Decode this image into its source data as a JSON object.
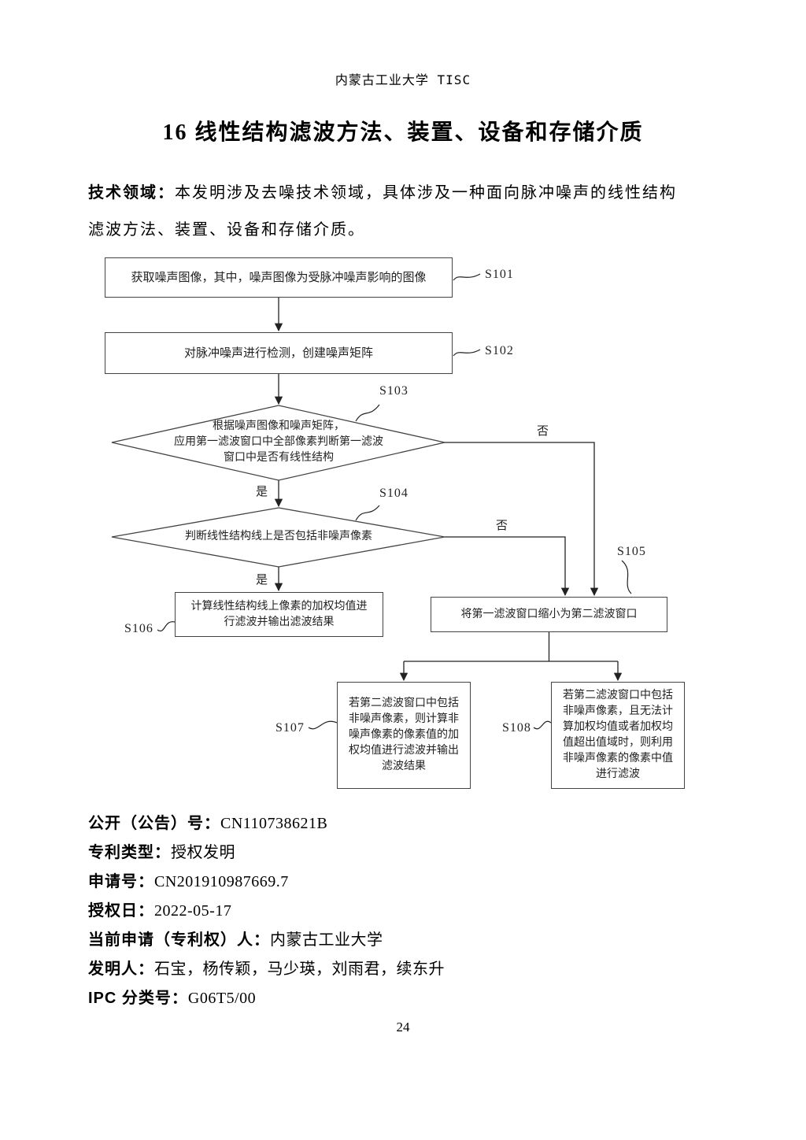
{
  "page": {
    "header": "内蒙古工业大学 TISC",
    "title": "16 线性结构滤波方法、装置、设备和存储介质",
    "field_label": "技术领域：",
    "field_text": "本发明涉及去噪技术领域，具体涉及一种面向脉冲噪声的线性结构\n滤波方法、装置、设备和存储介质。",
    "page_number": "24"
  },
  "flowchart": {
    "s101": {
      "id": "S101",
      "text": "获取噪声图像，其中，噪声图像为受脉冲噪声影响的图像"
    },
    "s102": {
      "id": "S102",
      "text": "对脉冲噪声进行检测，创建噪声矩阵"
    },
    "s103": {
      "id": "S103",
      "text": "根据噪声图像和噪声矩阵，\n应用第一滤波窗口中全部像素判断第一滤波\n窗口中是否有线性结构"
    },
    "s104": {
      "id": "S104",
      "text": "判断线性结构线上是否包括非噪声像素"
    },
    "s105": {
      "id": "S105",
      "text": "将第一滤波窗口缩小为第二滤波窗口"
    },
    "s106": {
      "id": "S106",
      "text": "计算线性结构线上像素的加权均值进\n行滤波并输出滤波结果"
    },
    "s107": {
      "id": "S107",
      "text": "若第二滤波窗口中包括\n非噪声像素，则计算非\n噪声像素的像素值的加\n权均值进行滤波并输出\n滤波结果"
    },
    "s108": {
      "id": "S108",
      "text": "若第二滤波窗口中包括\n非噪声像素，且无法计\n算加权均值或者加权均\n值超出值域时，则利用\n非噪声像素的像素中值\n进行滤波"
    },
    "yes_label": "是",
    "no_label": "否"
  },
  "patent_info": {
    "items": [
      {
        "label": "公开（公告）号：",
        "value": "CN110738621B"
      },
      {
        "label": "专利类型：",
        "value": "授权发明"
      },
      {
        "label": "申请号：",
        "value": "CN201910987669.7"
      },
      {
        "label": "授权日：",
        "value": "2022-05-17"
      },
      {
        "label": "当前申请（专利权）人：",
        "value": "内蒙古工业大学"
      },
      {
        "label": "发明人：",
        "value": "石宝，杨传颖，马少瑛，刘雨君，续东升"
      },
      {
        "label": "IPC 分类号：",
        "value": "G06T5/00"
      }
    ]
  }
}
